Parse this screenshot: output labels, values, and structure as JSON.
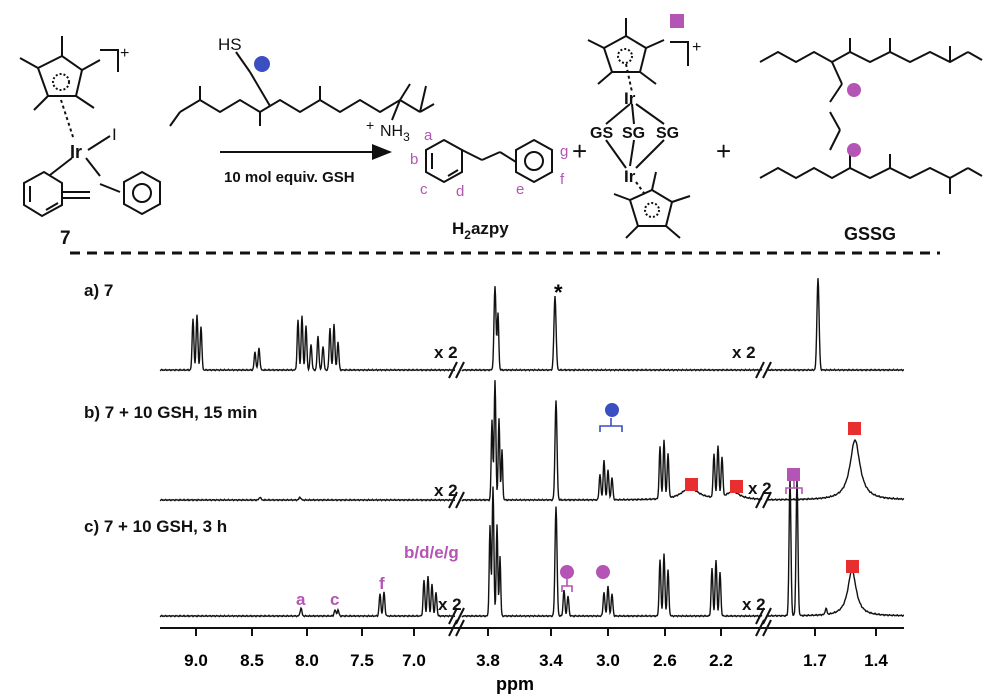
{
  "scheme": {
    "complex_label": "7",
    "complex_charge": "+",
    "iodide_label": "I",
    "iridium_label": "Ir",
    "arrow_label": "10 mol equiv. GSH",
    "gsh_sh": "HS",
    "gsh_plus": "+",
    "gsh_nh3": "NH",
    "gsh_nh3_sub": "3",
    "h2azpy_label_main": "H",
    "h2azpy_label_sub": "2",
    "h2azpy_label_tail": "azpy",
    "h2azpy_positions": [
      "a",
      "b",
      "c",
      "d",
      "e",
      "f",
      "g"
    ],
    "plus_sign": "+",
    "dimer_ligands": [
      "GS",
      "SG",
      "SG"
    ],
    "dimer_charge": "+",
    "gssg_label": "GSSG",
    "blue_marker_color": "#3a4fc1",
    "purple_marker_color": "#b454b4",
    "red_marker_color": "#e82f2f"
  },
  "spectra": {
    "traces": [
      {
        "id": "a",
        "label": "a) 7"
      },
      {
        "id": "b",
        "label": "b) 7 + 10 GSH, 15 min"
      },
      {
        "id": "c",
        "label": "c) 7 + 10 GSH, 3 h"
      }
    ],
    "break_label": "x 2",
    "star": "*",
    "peak_labels_c": [
      "a",
      "c",
      "f",
      "b/d/e/g"
    ],
    "xaxis": {
      "label": "ppm",
      "ticks": [
        "9.0",
        "8.5",
        "8.0",
        "7.5",
        "7.0",
        "3.8",
        "3.4",
        "3.0",
        "2.6",
        "2.2",
        "1.7",
        "1.4"
      ]
    }
  }
}
